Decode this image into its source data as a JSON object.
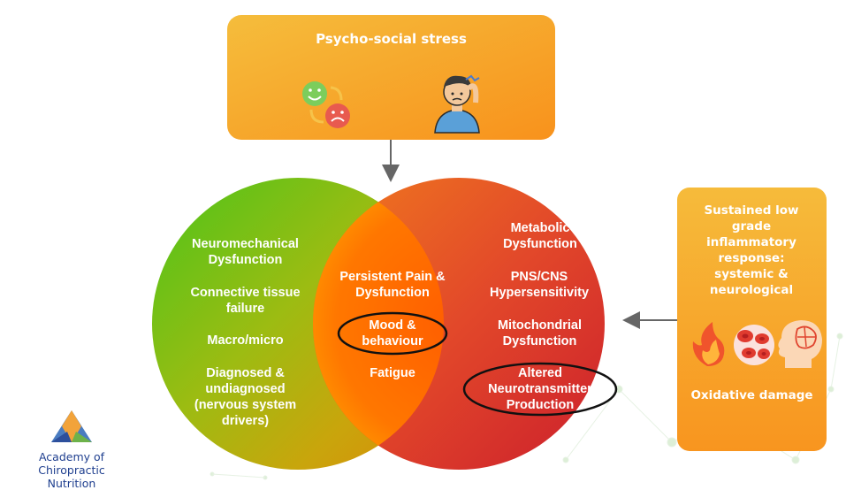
{
  "top_box": {
    "title": "Psycho-social stress",
    "icons": [
      "mood-swing-icon",
      "stressed-person-icon"
    ]
  },
  "left_circle": {
    "items": [
      "Neuromechanical Dysfunction",
      "Connective tissue failure",
      "Macro/micro",
      "Diagnosed & undiagnosed (nervous system drivers)"
    ]
  },
  "overlap": {
    "items": [
      "Persistent Pain & Dysfunction",
      "Mood & behaviour",
      "Fatigue"
    ],
    "highlighted": "Mood & behaviour"
  },
  "right_circle": {
    "items": [
      "Metabolic Dysfunction",
      "PNS/CNS Hypersensitivity",
      "Mitochondrial Dysfunction",
      "Altered Neurotransmitter Production"
    ],
    "highlighted": "Altered Neurotransmitter Production"
  },
  "right_box": {
    "title": "Sustained low grade inflammatory response: systemic & neurological",
    "icons": [
      "flame-icon",
      "blood-cells-icon",
      "brain-head-icon"
    ],
    "footer": "Oxidative damage"
  },
  "logo": {
    "line1": "Academy of",
    "line2": "Chiropractic Nutrition"
  },
  "colors": {
    "box_orange_light": "#f6b938",
    "box_orange_dark": "#f7931e",
    "left_green": "#5cc61a",
    "right_red": "#d8262b",
    "overlap_orange": "#ff6a00",
    "arrow_gray": "#666666"
  }
}
